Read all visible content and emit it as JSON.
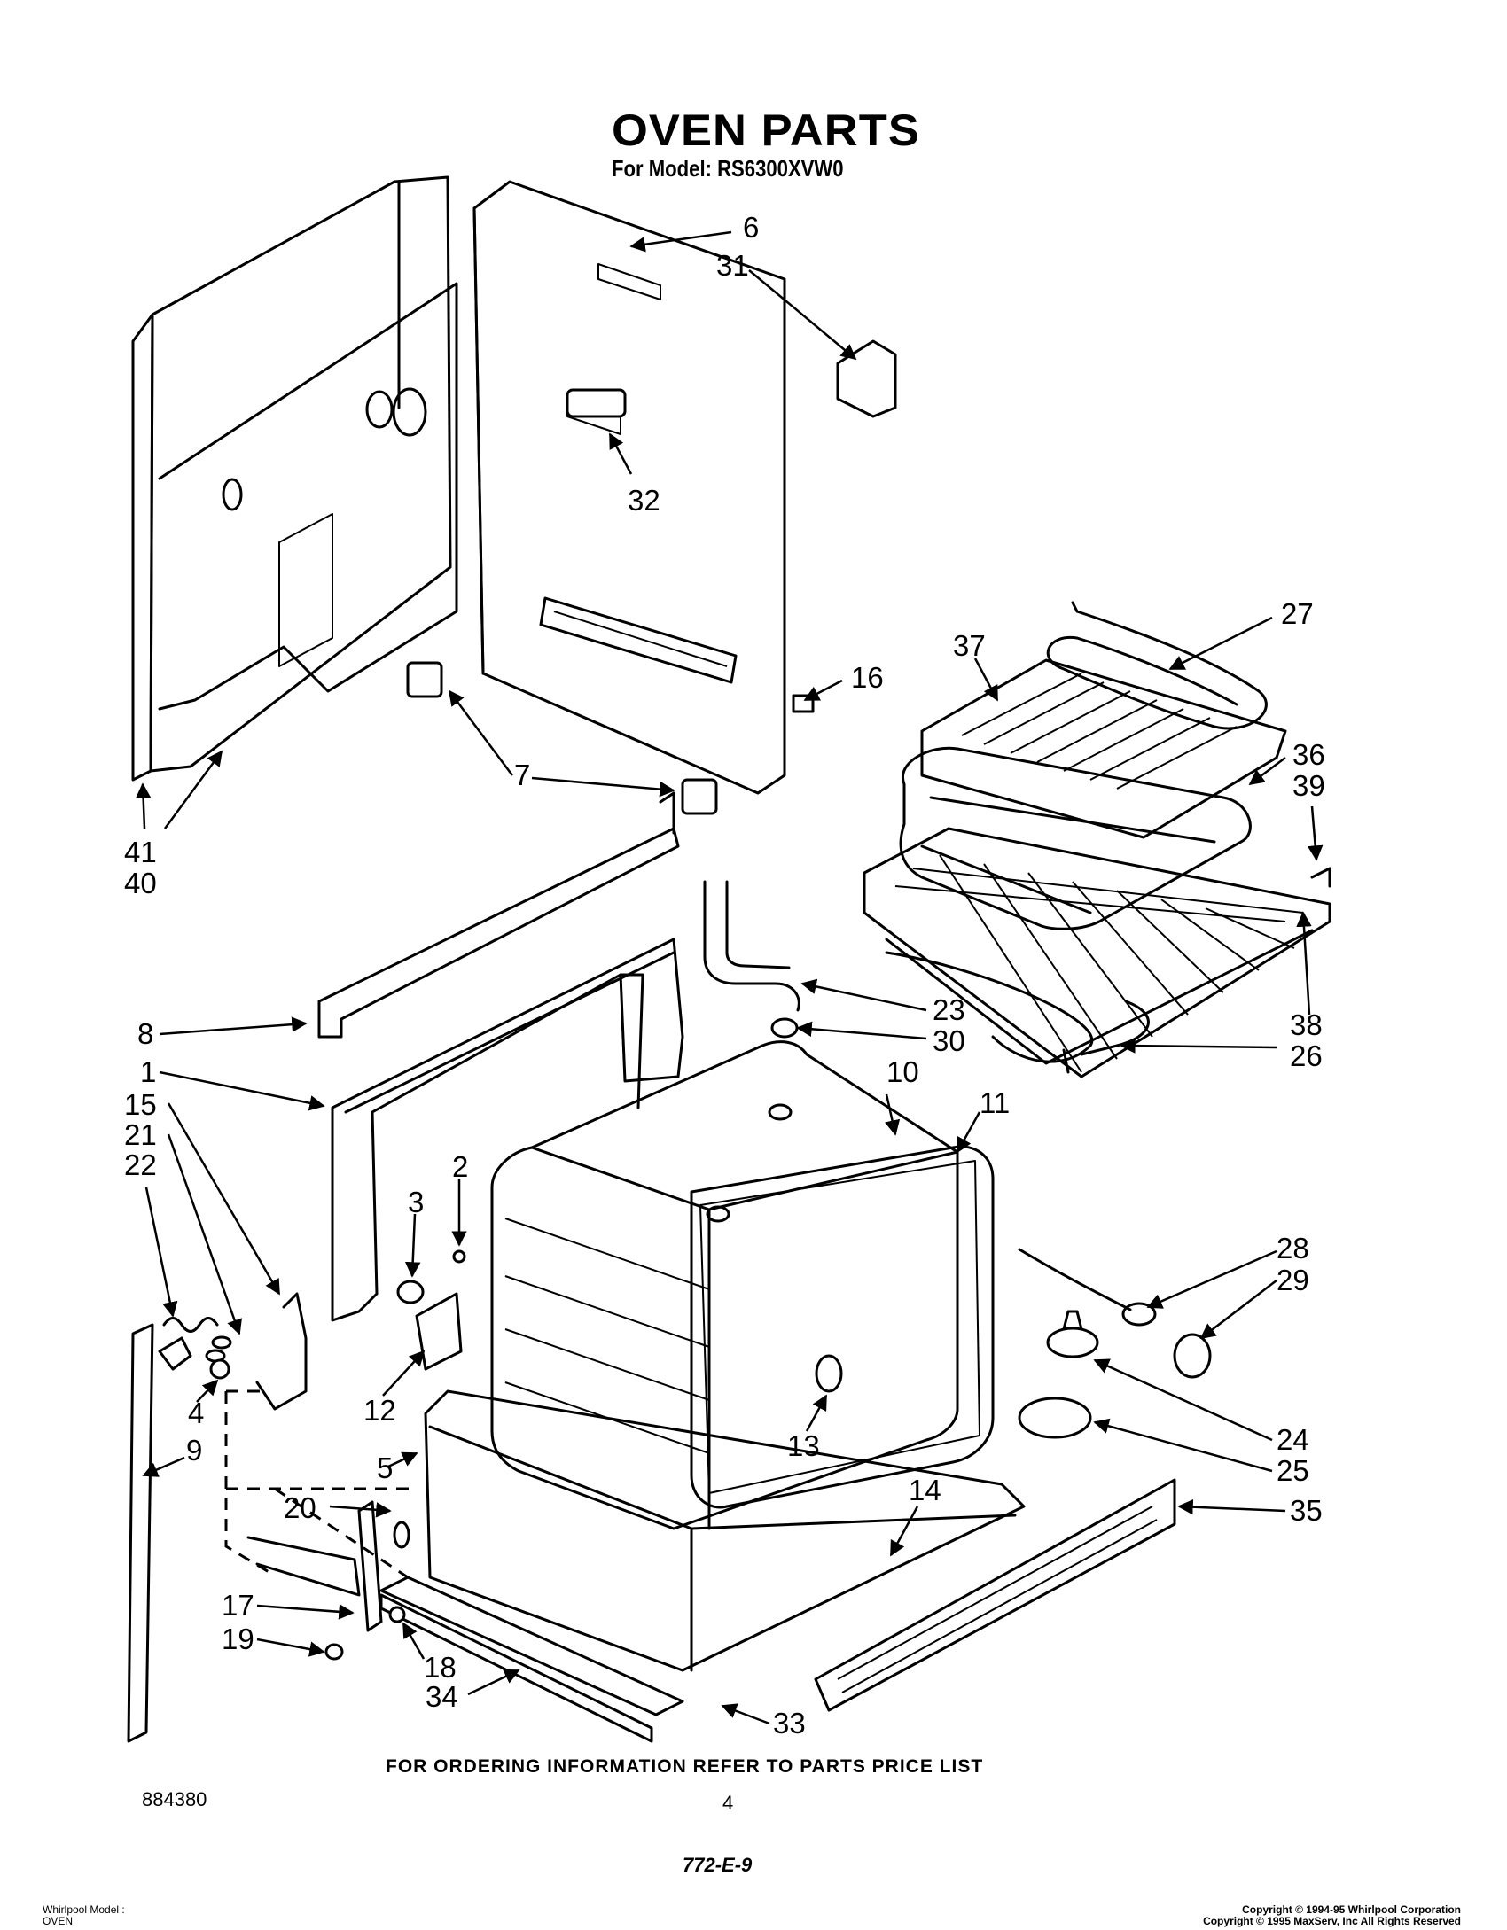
{
  "header": {
    "title": "OVEN PARTS",
    "subtitle": "For Model: RS6300XVW0"
  },
  "callouts": [
    "6",
    "31",
    "32",
    "16",
    "27",
    "37",
    "36",
    "39",
    "7",
    "41",
    "40",
    "23",
    "30",
    "10",
    "11",
    "8",
    "1",
    "15",
    "21",
    "22",
    "38",
    "26",
    "2",
    "3",
    "28",
    "29",
    "4",
    "12",
    "9",
    "24",
    "25",
    "13",
    "5",
    "35",
    "14",
    "20",
    "17",
    "19",
    "18",
    "34",
    "33"
  ],
  "footer": {
    "order_note": "FOR ORDERING INFORMATION REFER TO PARTS PRICE LIST",
    "diagram_number": "884380",
    "page_number": "4",
    "code": "772-E-9",
    "bottom_left_line1": "Whirlpool Model :",
    "bottom_left_line2": "OVEN",
    "copyright_line1": "Copyright © 1994-95 Whirlpool Corporation",
    "copyright_line2": "Copyright © 1995 MaxServ, Inc   All Rights Reserved"
  }
}
